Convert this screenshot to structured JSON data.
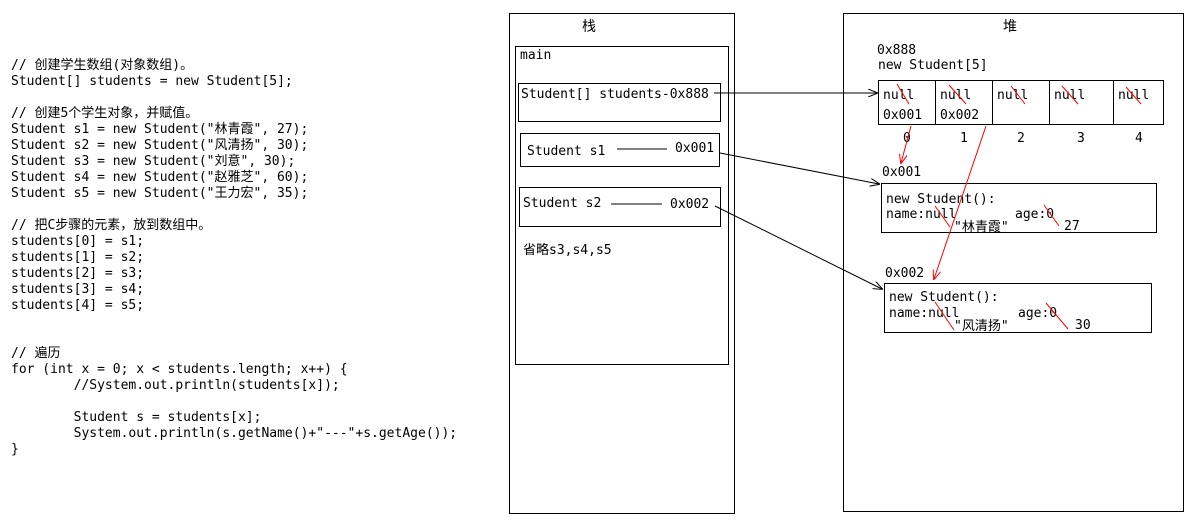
{
  "code": {
    "lines": [
      "// 创建学生数组(对象数组)。",
      "Student[] students = new Student[5];",
      "",
      "// 创建5个学生对象，并赋值。",
      "Student s1 = new Student(\"林青霞\", 27);",
      "Student s2 = new Student(\"风清扬\", 30);",
      "Student s3 = new Student(\"刘意\", 30);",
      "Student s4 = new Student(\"赵雅芝\", 60);",
      "Student s5 = new Student(\"王力宏\", 35);",
      "",
      "// 把C步骤的元素，放到数组中。",
      "students[0] = s1;",
      "students[1] = s2;",
      "students[2] = s3;",
      "students[3] = s4;",
      "students[4] = s5;",
      "",
      "",
      "// 遍历",
      "for (int x = 0; x < students.length; x++) {",
      "        //System.out.println(students[x]);",
      "",
      "        Student s = students[x];",
      "        System.out.println(s.getName()+\"---\"+s.getAge());",
      "}"
    ]
  },
  "stack": {
    "title": "栈",
    "frame_label": "main",
    "students_var": "Student[] students",
    "students_ref": "0x888",
    "s1_var": "Student s1",
    "s1_ref": "0x001",
    "s2_var": "Student s2",
    "s2_ref": "0x002",
    "omitted": "省略s3,s4,s5"
  },
  "heap": {
    "title": "堆",
    "array": {
      "address": "0x888",
      "label": "new Student[5]",
      "cells": [
        {
          "index": "0",
          "old": "null",
          "new": "0x001"
        },
        {
          "index": "1",
          "old": "null",
          "new": "0x002"
        },
        {
          "index": "2",
          "old": "null",
          "new": ""
        },
        {
          "index": "3",
          "old": "null",
          "new": ""
        },
        {
          "index": "4",
          "old": "null",
          "new": ""
        }
      ]
    },
    "obj1": {
      "address": "0x001",
      "title": "new Student():",
      "name_label": "name:null",
      "name_value": "\"林青霞\"",
      "age_label": "age:0",
      "age_value": "27"
    },
    "obj2": {
      "address": "0x002",
      "title": "new Student():",
      "name_label": "name:null",
      "name_value": "\"风清扬\"",
      "age_label": "age:0",
      "age_value": "30"
    }
  },
  "colors": {
    "ink": "#000000",
    "correction": "#ff0000"
  }
}
